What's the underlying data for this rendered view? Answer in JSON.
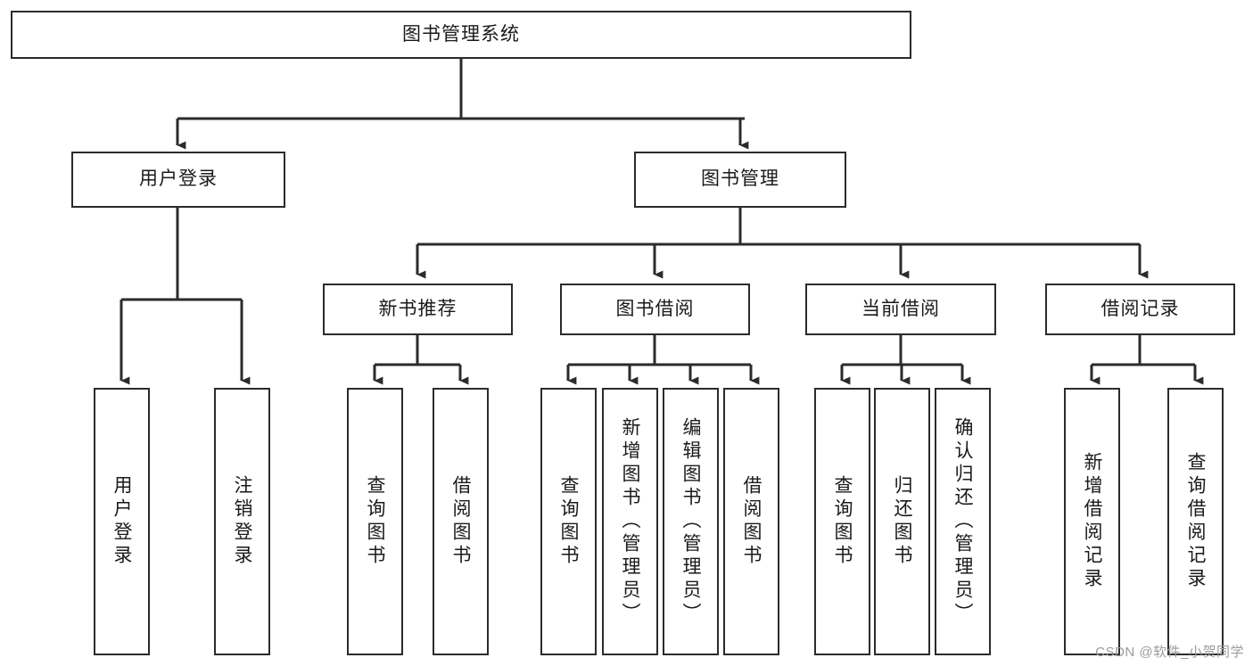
{
  "diagram": {
    "type": "tree-hierarchy-chart",
    "title": "图书管理系统",
    "watermark": "CSDN @软件_小贺同学",
    "colors": {
      "border": "#2b2b2b",
      "background": "#ffffff",
      "text": "#1a1a1a",
      "watermark": "#9b9b9b"
    },
    "root": {
      "label": "图书管理系统"
    },
    "level2": [
      {
        "label": "用户登录"
      },
      {
        "label": "图书管理"
      }
    ],
    "level3": [
      {
        "label": "新书推荐"
      },
      {
        "label": "图书借阅"
      },
      {
        "label": "当前借阅"
      },
      {
        "label": "借阅记录"
      }
    ],
    "leaves": {
      "user_login": [
        {
          "label": "用户登录"
        },
        {
          "label": "注销登录"
        }
      ],
      "new_book_recommend": [
        {
          "label": "查询图书"
        },
        {
          "label": "借阅图书"
        }
      ],
      "book_borrow": [
        {
          "label": "查询图书"
        },
        {
          "label": "新增图书（管理员）"
        },
        {
          "label": "编辑图书（管理员）"
        },
        {
          "label": "借阅图书"
        }
      ],
      "current_borrow": [
        {
          "label": "查询图书"
        },
        {
          "label": "归还图书"
        },
        {
          "label": "确认归还（管理员）"
        }
      ],
      "borrow_record": [
        {
          "label": "新增借阅记录"
        },
        {
          "label": "查询借阅记录"
        }
      ]
    }
  }
}
